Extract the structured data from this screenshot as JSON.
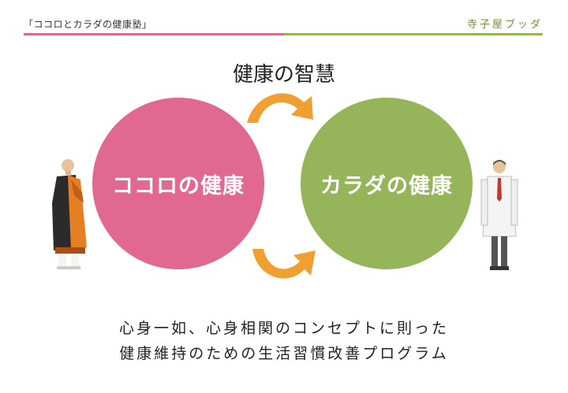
{
  "header": {
    "title": "「ココロとカラダの健康塾」",
    "brand": "寺子屋ブッダ"
  },
  "diagram": {
    "title": "健康の智慧",
    "left_circle_label": "ココロの健康",
    "right_circle_label": "カラダの健康"
  },
  "caption": {
    "line1": "心身一如、心身相関のコンセプトに則った",
    "line2": "健康維持のための生活習慣改善プログラム"
  },
  "colors": {
    "left_circle": "#e16891",
    "right_circle": "#96b45a",
    "arrow": "#f0a030",
    "header_bar_left": "#e16891",
    "header_bar_right": "#96b45a",
    "brand": "#7c8a3c"
  },
  "icons": {
    "left_figure": "monk-figure-icon",
    "right_figure": "doctor-figure-icon",
    "top_arrow": "curved-arrow-right-icon",
    "bottom_arrow": "curved-arrow-right-icon"
  }
}
